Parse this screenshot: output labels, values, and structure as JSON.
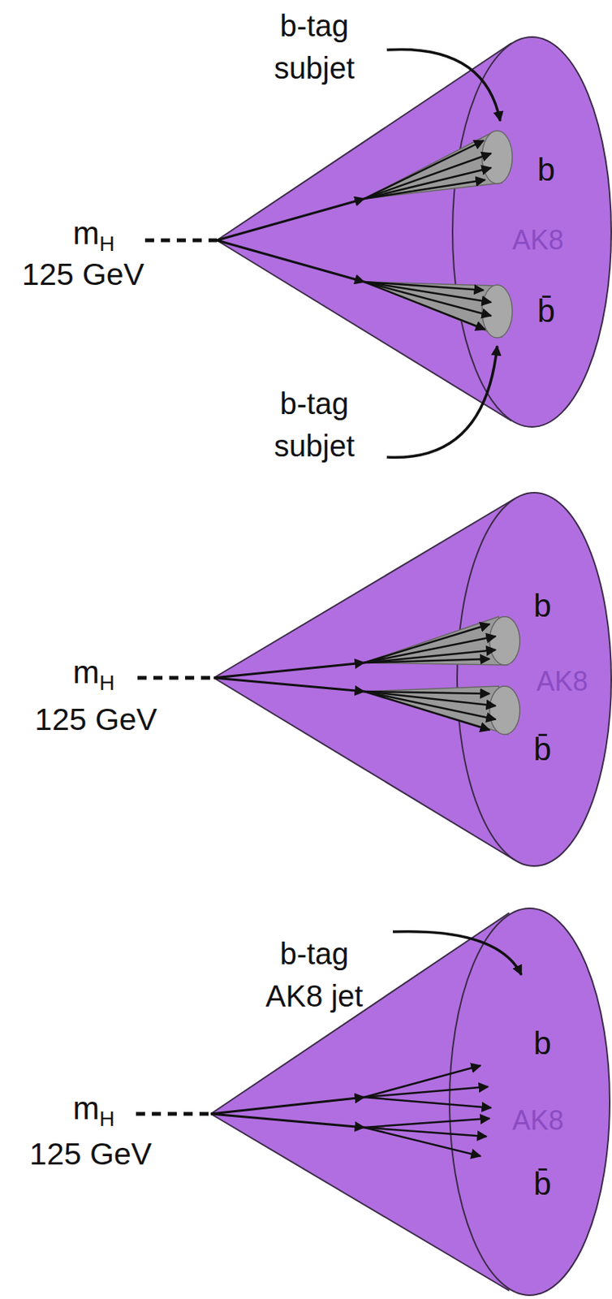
{
  "diagram": {
    "labels": [
      "b-tag subjet",
      "mH",
      "125 GeV",
      "b",
      "AK8",
      "b̄",
      "b-tag subjet",
      "mH",
      "125 GeV",
      "b",
      "AK8",
      "b̄",
      "b-tag AK8 jet",
      "mH",
      "125 GeV",
      "b",
      "AK8",
      "b̄"
    ]
  }
}
